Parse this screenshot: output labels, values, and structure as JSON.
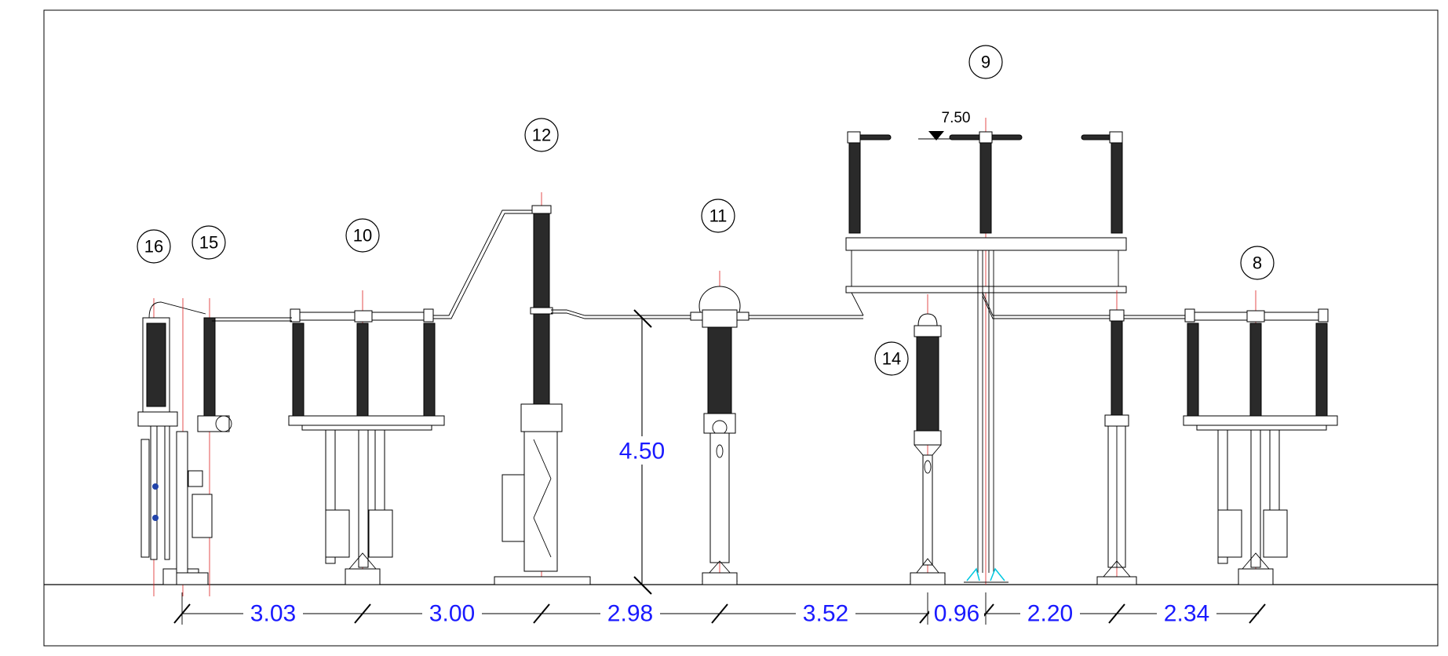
{
  "labels": {
    "l16": "16",
    "l15": "15",
    "l10": "10",
    "l12": "12",
    "l11": "11",
    "l9": "9",
    "l14": "14",
    "l8": "8"
  },
  "dimensions": {
    "horizontal": [
      "3.03",
      "3.00",
      "2.98",
      "3.52",
      "0.96",
      "2.20",
      "2.34"
    ],
    "vertical": "4.50",
    "level": "7.50"
  },
  "colors": {
    "dimension_text": "#1a1aff",
    "centerline": "#dd2222",
    "earthing_marker": "#00c8e0"
  }
}
